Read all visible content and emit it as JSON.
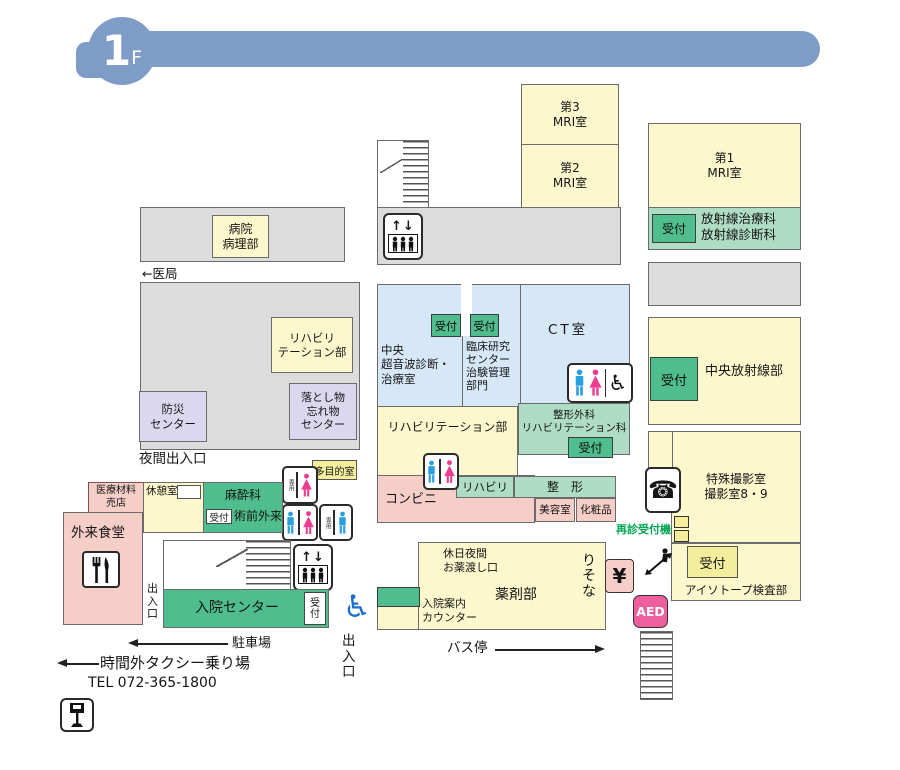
{
  "header": {
    "floor": "1",
    "suffix": "F"
  },
  "labels": {
    "mri3": "第3\nMRI室",
    "mri2": "第2\nMRI室",
    "mri1": "第1\nMRI室",
    "reception": "受付",
    "reception_vertical": "受\n付",
    "radiology_depts": "放射線治療科\n放射線診断科",
    "central_radiology": "中央放射線部",
    "special_xray": "特殊撮影室\n撮影室8・9",
    "isotope": "アイソトープ検査部",
    "re_reception_machine": "再診受付機",
    "pathology": "病院\n病理部",
    "medical_office": "←医局",
    "rehab_dept": "リハビリ\nテーション部",
    "lost_found": "落とし物\n忘れ物\nセンター",
    "disaster_center": "防災\nセンター",
    "night_entrance": "夜間出入口",
    "ultrasound": "中央\n超音波診断・\n治療室",
    "clinical_research": "臨床研究\nセンター\n治験管理\n部門",
    "ct_room": "CT室",
    "rehab_strip": "リハビリテーション部",
    "ortho_rehab": "整形外科\nリハビリテーション科",
    "convenience": "コンビニ",
    "rehab_small": "リハビリ",
    "ortho_small": "整　形",
    "beauty": "美容室",
    "cosmetics": "化粧品",
    "multipurpose": "多目的室",
    "supply_shop": "医療材料\n売店",
    "rest_room": "休憩室",
    "anesthesia_line1": "麻酔科",
    "anesthesia_line2": "術前外来",
    "dining": "外来食堂",
    "entrance_vertical": "出\n入\n口",
    "inpatient_center": "入院センター",
    "holiday_medicine": "休日夜間\nお薬渡し口",
    "pharmacy": "薬剤部",
    "inpatient_info": "入院案内\nカウンター",
    "risona_vertical": "り\nそ\nな",
    "yen": "¥",
    "aed": "AED",
    "bus_stop": "バス停",
    "parking": "駐車場",
    "taxi_stand": "時間外タクシー乗り場",
    "tel": "TEL  072-365-1800",
    "toilet_tag": "専用",
    "elevator_arrows": "↑↓"
  },
  "colors": {
    "header_blue": "#7f9cc7",
    "room_yellow": "#fcf7cd",
    "room_khaki": "#f4ee9c",
    "room_teal": "#aedcc4",
    "reception_green": "#4fbd8d",
    "room_pink": "#f6cec8",
    "room_blue": "#d6e8f7",
    "room_gray": "#dcdcdc",
    "room_purple": "#dbd7ee",
    "aed_pink": "#ee5f9e",
    "toilet_male_blue": "#2b9fe0",
    "toilet_female_pink": "#ee3d8f",
    "re_reception_green_text": "#00a551",
    "wheelchair_blue": "#1b6fd0"
  }
}
